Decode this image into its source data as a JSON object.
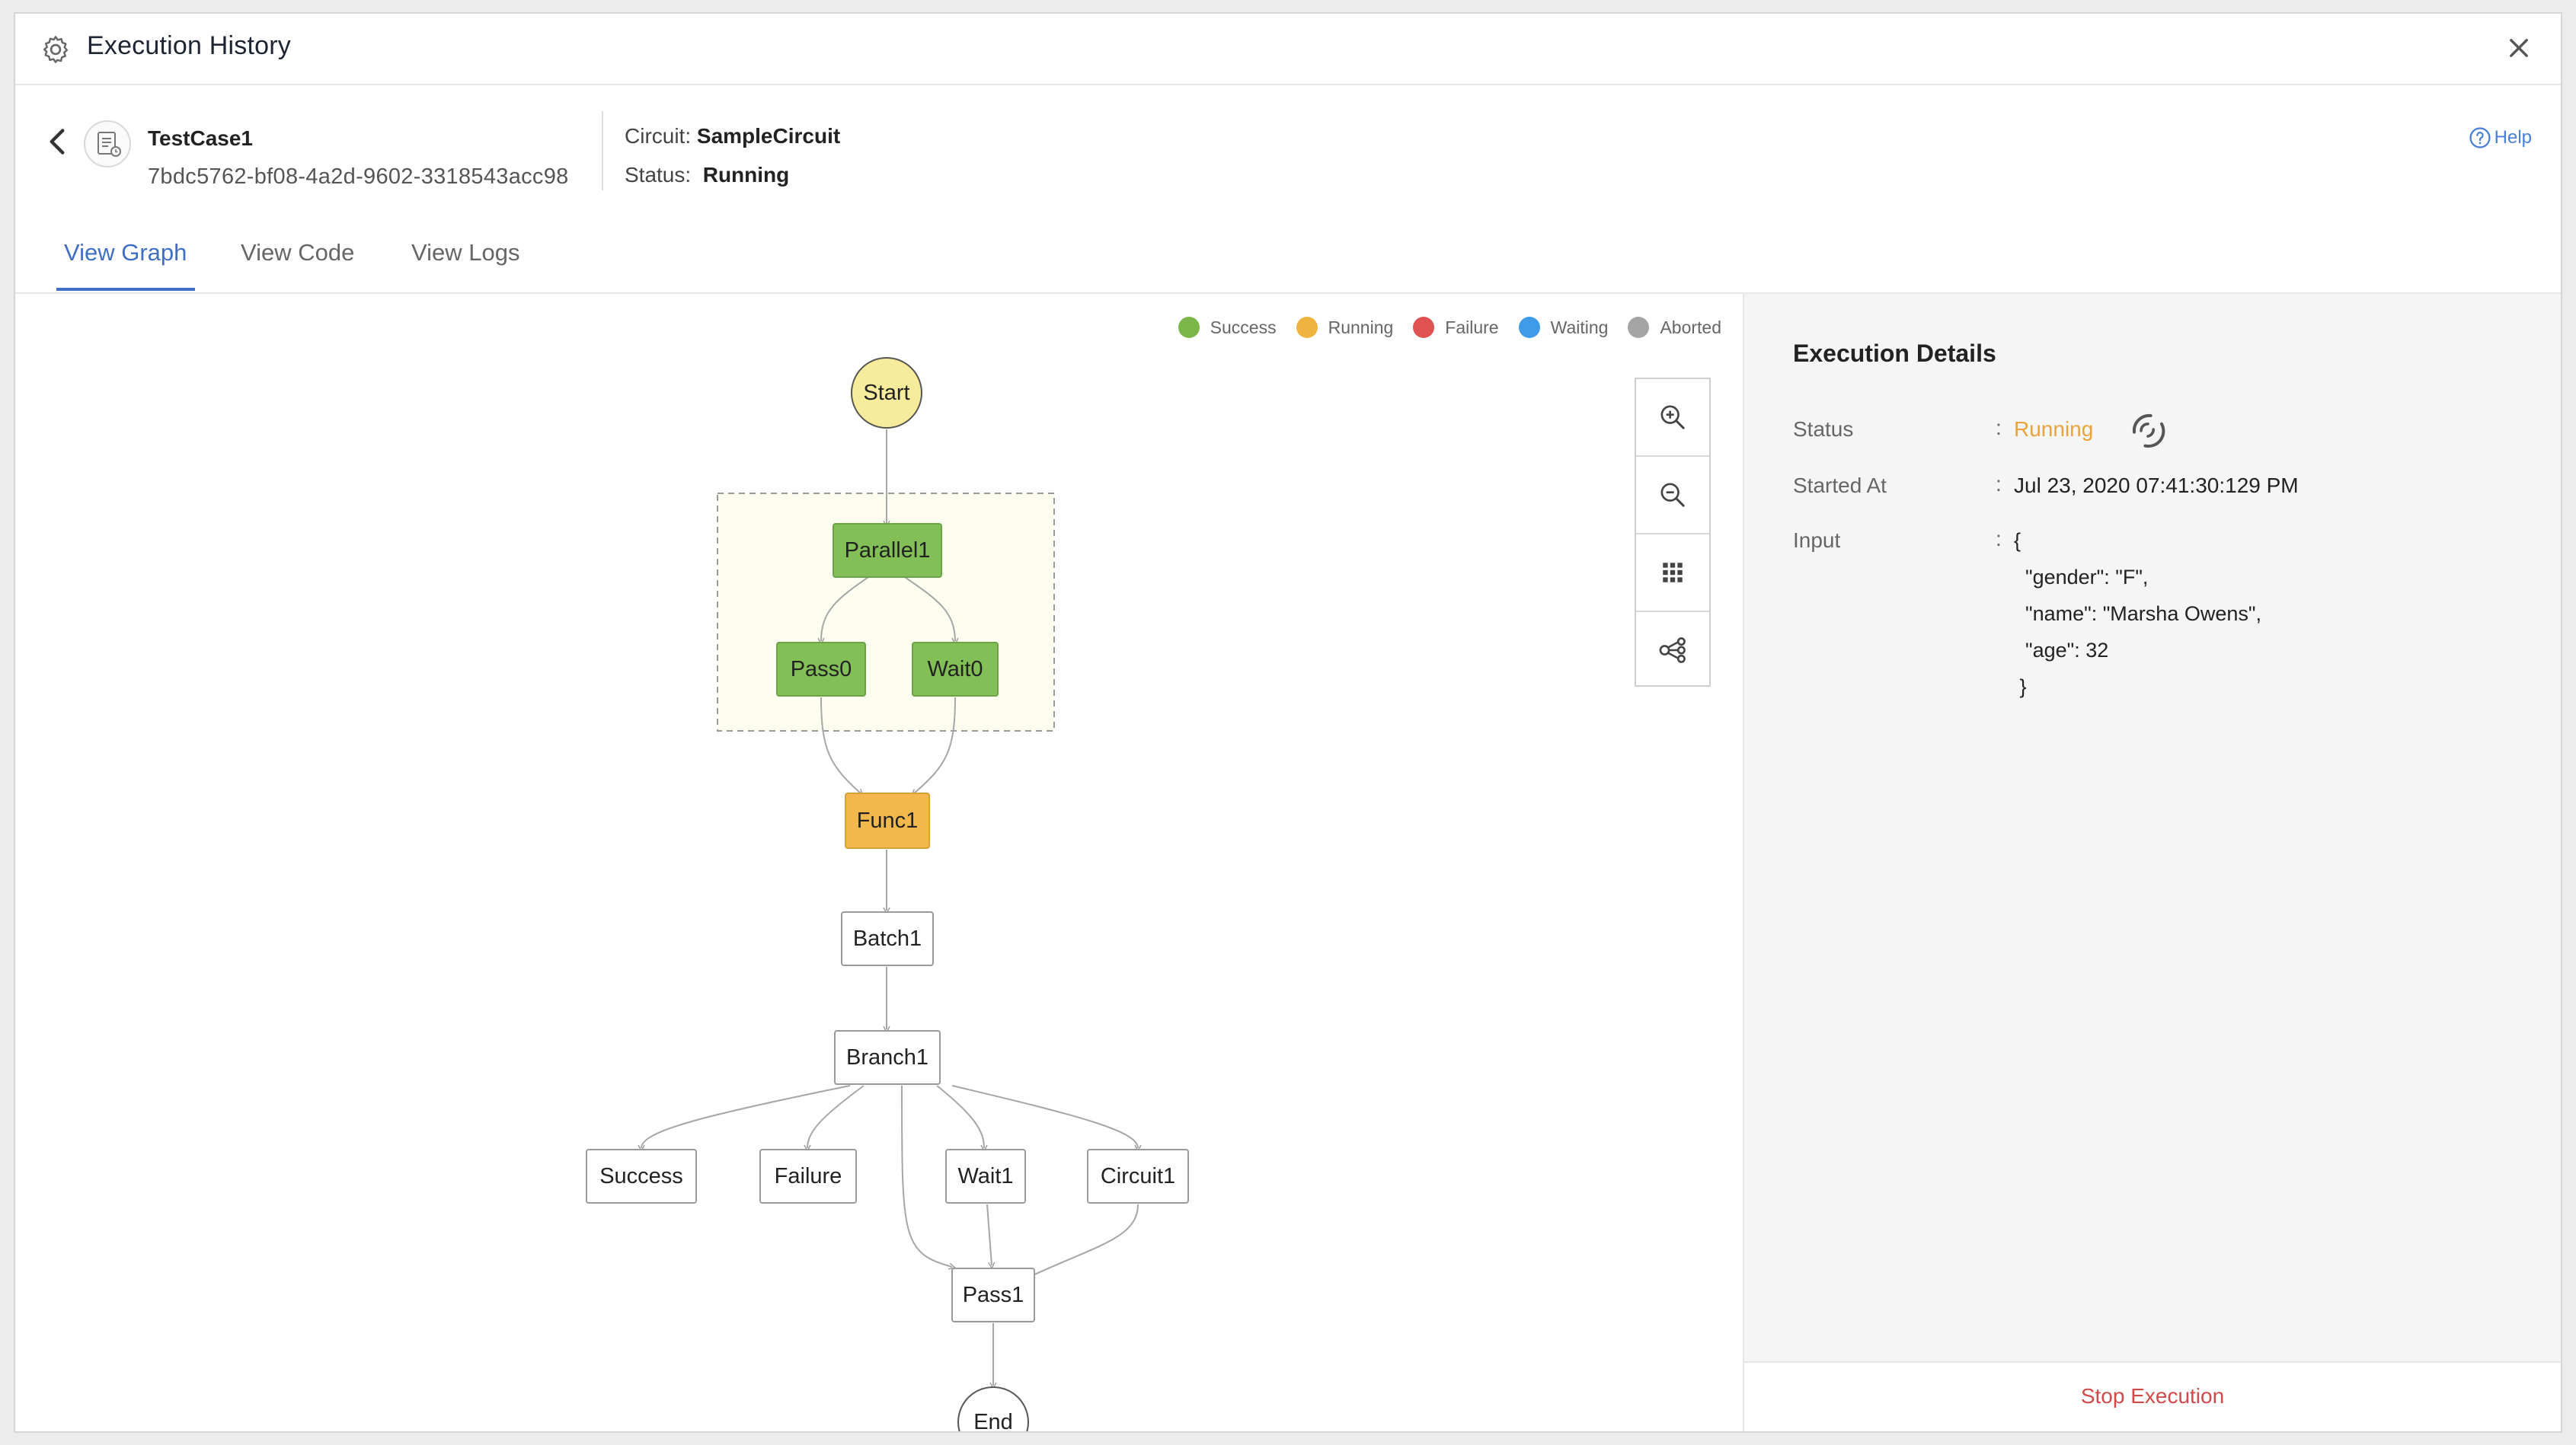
{
  "window": {
    "title": "Execution History"
  },
  "header": {
    "testcase_name": "TestCase1",
    "testcase_id": "7bdc5762-bf08-4a2d-9602-3318543acc98",
    "circuit_label": "Circuit:",
    "circuit_value": "SampleCircuit",
    "status_label": "Status:",
    "status_value": "Running",
    "help_label": "Help"
  },
  "tabs": [
    {
      "label": "View Graph",
      "active": true
    },
    {
      "label": "View Code",
      "active": false
    },
    {
      "label": "View Logs",
      "active": false
    }
  ],
  "legend": [
    {
      "label": "Success",
      "color": "#7ab648"
    },
    {
      "label": "Running",
      "color": "#efb440"
    },
    {
      "label": "Failure",
      "color": "#e05252"
    },
    {
      "label": "Waiting",
      "color": "#3d9be9"
    },
    {
      "label": "Aborted",
      "color": "#a4a4a4"
    }
  ],
  "zoom_tools": [
    "zoom-in-icon",
    "zoom-out-icon",
    "grid-icon",
    "layout-icon"
  ],
  "graph": {
    "nodes": [
      {
        "id": "start",
        "label": "Start",
        "shape": "circle",
        "state": "running"
      },
      {
        "id": "parallel1",
        "label": "Parallel1",
        "shape": "rect",
        "state": "success"
      },
      {
        "id": "pass0",
        "label": "Pass0",
        "shape": "rect",
        "state": "success"
      },
      {
        "id": "wait0",
        "label": "Wait0",
        "shape": "rect",
        "state": "success"
      },
      {
        "id": "func1",
        "label": "Func1",
        "shape": "rect",
        "state": "running"
      },
      {
        "id": "batch1",
        "label": "Batch1",
        "shape": "rect",
        "state": "pending"
      },
      {
        "id": "branch1",
        "label": "Branch1",
        "shape": "rect",
        "state": "pending"
      },
      {
        "id": "success",
        "label": "Success",
        "shape": "rect",
        "state": "pending"
      },
      {
        "id": "failure",
        "label": "Failure",
        "shape": "rect",
        "state": "pending"
      },
      {
        "id": "wait1",
        "label": "Wait1",
        "shape": "rect",
        "state": "pending"
      },
      {
        "id": "circuit1",
        "label": "Circuit1",
        "shape": "rect",
        "state": "pending"
      },
      {
        "id": "pass1",
        "label": "Pass1",
        "shape": "rect",
        "state": "pending"
      },
      {
        "id": "end",
        "label": "End",
        "shape": "circle",
        "state": "pending"
      }
    ],
    "state_colors": {
      "success": {
        "fill": "#82bf56",
        "stroke": "#6ba347"
      },
      "running": {
        "fill": "#f2b84b",
        "stroke": "#d9a03a"
      },
      "pending": {
        "fill": "#ffffff",
        "stroke": "#9a9a9a"
      },
      "start": {
        "fill": "#f7eb9c",
        "stroke": "#555555"
      }
    }
  },
  "details": {
    "title": "Execution Details",
    "status_label": "Status",
    "status_value": "Running",
    "started_label": "Started At",
    "started_value": "Jul 23, 2020 07:41:30:129 PM",
    "input_label": "Input",
    "input_lines": [
      "{",
      "  \"gender\": \"F\",",
      "  \"name\": \"Marsha Owens\",",
      "  \"age\": 32",
      " }"
    ],
    "stop_label": "Stop Execution"
  }
}
